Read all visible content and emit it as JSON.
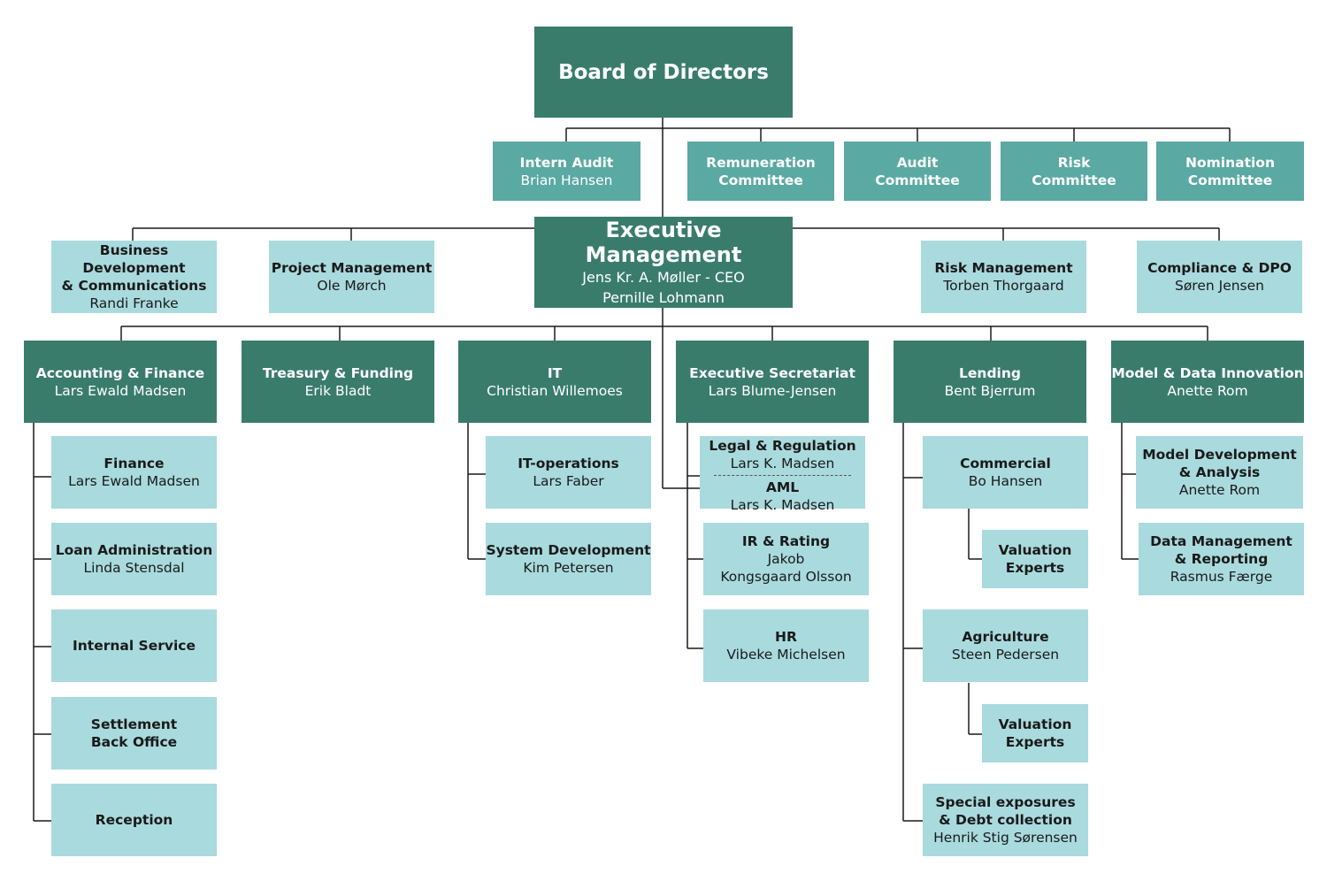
{
  "board": {
    "title": "Board of Directors"
  },
  "committees": {
    "intern_audit": {
      "title": "Intern Audit",
      "name": "Brian Hansen"
    },
    "remuneration": {
      "title": "Remuneration\nCommittee"
    },
    "audit": {
      "title": "Audit\nCommittee"
    },
    "risk": {
      "title": "Risk\nCommittee"
    },
    "nomination": {
      "title": "Nomination\nCommittee"
    }
  },
  "executive": {
    "title": "Executive Management",
    "line1": "Jens Kr. A. Møller - CEO",
    "line2": "Pernille Lohmann"
  },
  "staff": {
    "business_dev": {
      "title": "Business Development\n& Communications",
      "name": "Randi Franke"
    },
    "project_mgmt": {
      "title": "Project Management",
      "name": "Ole Mørch"
    },
    "risk_mgmt": {
      "title": "Risk Management",
      "name": "Torben Thorgaard"
    },
    "compliance": {
      "title": "Compliance & DPO",
      "name": "Søren Jensen"
    }
  },
  "departments": {
    "accounting": {
      "title": "Accounting & Finance",
      "name": "Lars Ewald Madsen"
    },
    "treasury": {
      "title": "Treasury & Funding",
      "name": "Erik Bladt"
    },
    "it": {
      "title": "IT",
      "name": "Christian Willemoes"
    },
    "exec_secretariat": {
      "title": "Executive Secretariat",
      "name": "Lars Blume-Jensen"
    },
    "lending": {
      "title": "Lending",
      "name": "Bent Bjerrum"
    },
    "model_data": {
      "title": "Model & Data Innovation",
      "name": "Anette Rom"
    }
  },
  "accounting_units": {
    "finance": {
      "title": "Finance",
      "name": "Lars Ewald Madsen"
    },
    "loan_admin": {
      "title": "Loan Administration",
      "name": "Linda Stensdal"
    },
    "internal_service": {
      "title": "Internal Service"
    },
    "settlement": {
      "title": "Settlement\nBack Office"
    },
    "reception": {
      "title": "Reception"
    }
  },
  "it_units": {
    "it_operations": {
      "title": "IT-operations",
      "name": "Lars Faber"
    },
    "system_dev": {
      "title": "System Development",
      "name": "Kim Petersen"
    }
  },
  "secretariat_units": {
    "legal": {
      "title": "Legal & Regulation",
      "name": "Lars K. Madsen"
    },
    "aml": {
      "title": "AML",
      "name": "Lars K. Madsen"
    },
    "ir_rating": {
      "title": "IR & Rating",
      "name": "Jakob\nKongsgaard Olsson"
    },
    "hr": {
      "title": "HR",
      "name": "Vibeke Michelsen"
    }
  },
  "lending_units": {
    "commercial": {
      "title": "Commercial",
      "name": "Bo Hansen"
    },
    "valuation_1": {
      "title": "Valuation\nExperts"
    },
    "agriculture": {
      "title": "Agriculture",
      "name": "Steen Pedersen"
    },
    "valuation_2": {
      "title": "Valuation\nExperts"
    },
    "special": {
      "title": "Special exposures\n& Debt collection",
      "name": "Henrik Stig Sørensen"
    }
  },
  "model_units": {
    "model_dev": {
      "title": "Model Development\n& Analysis",
      "name": "Anette Rom"
    },
    "data_mgmt": {
      "title": "Data Management\n& Reporting",
      "name": "Rasmus Færge"
    }
  },
  "colors": {
    "dark": "#3a7c6c",
    "mid": "#5aa9a3",
    "light": "#a9dade",
    "line": "#1a1a1a"
  }
}
